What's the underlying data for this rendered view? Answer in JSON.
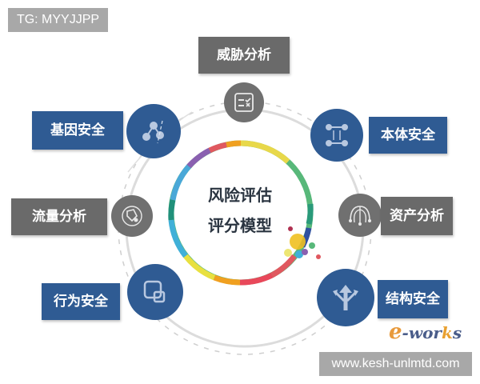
{
  "watermarks": {
    "top": "TG: MYYJJPP",
    "bottom": "www.kesh-unlmtd.com"
  },
  "center": {
    "line1": "风险评估",
    "line2": "评分模型"
  },
  "nodes": [
    {
      "id": "threat",
      "label": "威胁分析",
      "style": "gray",
      "icon": "checklist-icon"
    },
    {
      "id": "ontology",
      "label": "本体安全",
      "style": "blue",
      "icon": "square-nodes-icon"
    },
    {
      "id": "asset",
      "label": "资产分析",
      "style": "gray",
      "icon": "network-dome-icon"
    },
    {
      "id": "structure",
      "label": "结构安全",
      "style": "blue",
      "icon": "branch-arrows-icon"
    },
    {
      "id": "behavior",
      "label": "行为安全",
      "style": "blue",
      "icon": "overlap-squares-icon"
    },
    {
      "id": "traffic",
      "label": "流量分析",
      "style": "gray",
      "icon": "traffic-orbit-icon"
    },
    {
      "id": "gene",
      "label": "基因安全",
      "style": "blue",
      "icon": "molecule-icon"
    }
  ],
  "logo": {
    "prefix": "e",
    "text": "-wor",
    "k": "k",
    "suffix": "s"
  },
  "colors": {
    "blue": "#2f5b93",
    "gray": "#6a6a6a",
    "ring_segments": [
      "#e0585f",
      "#f0c020",
      "#e8d84a",
      "#58b87a",
      "#2a9a7a",
      "#4aa8d8",
      "#3050a0",
      "#e8485a",
      "#c83050",
      "#f0a020",
      "#e8e040",
      "#40b0d8",
      "#20907a",
      "#8a60b0"
    ]
  }
}
